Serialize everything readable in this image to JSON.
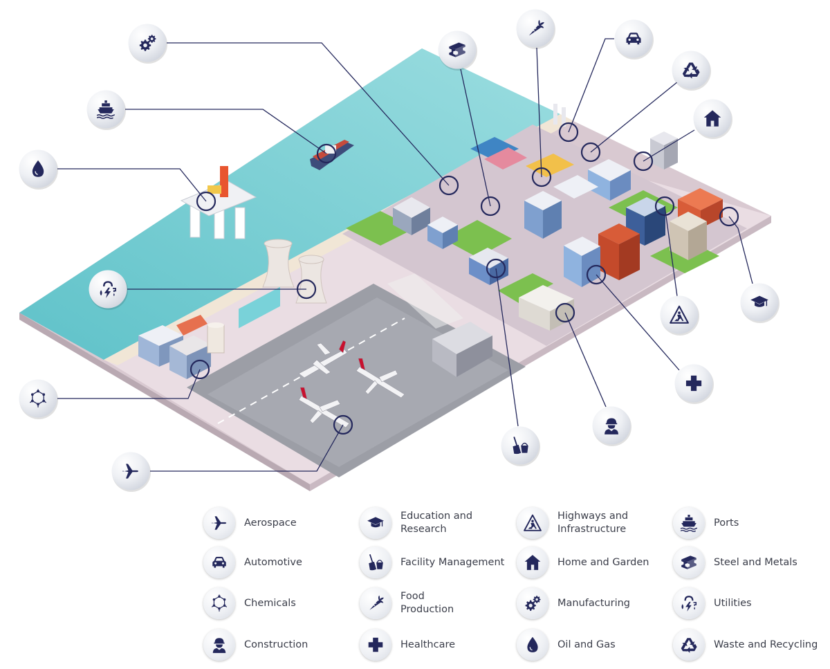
{
  "colors": {
    "navy": "#24285c",
    "sea": "#7fd0d6",
    "ground": "#eadde3",
    "runway": "#9c9ea6",
    "grass": "#6fbf4a",
    "leader_line": "#24285c"
  },
  "legend": [
    {
      "label": "Aerospace",
      "icon": "airplane-icon"
    },
    {
      "label": "Automotive",
      "icon": "car-icon"
    },
    {
      "label": "Chemicals",
      "icon": "molecule-icon"
    },
    {
      "label": "Construction",
      "icon": "worker-icon"
    },
    {
      "label": "Education and\nResearch",
      "icon": "graduation-cap-icon"
    },
    {
      "label": "Facility Management",
      "icon": "broom-bucket-icon"
    },
    {
      "label": "Food\nProduction",
      "icon": "carrot-icon"
    },
    {
      "label": "Healthcare",
      "icon": "medical-cross-icon"
    },
    {
      "label": "Highways and\nInfrastructure",
      "icon": "road-work-sign-icon"
    },
    {
      "label": "Home and Garden",
      "icon": "house-icon"
    },
    {
      "label": "Manufacturing",
      "icon": "gears-icon"
    },
    {
      "label": "Oil and Gas",
      "icon": "oil-drop-icon"
    },
    {
      "label": "Ports",
      "icon": "ship-icon"
    },
    {
      "label": "Steel and Metals",
      "icon": "steel-beam-icon"
    },
    {
      "label": "Utilities",
      "icon": "utilities-icon"
    },
    {
      "label": "Waste and Recycling",
      "icon": "recycle-icon"
    }
  ],
  "callouts": [
    {
      "icon": "gears-icon",
      "sector": "Manufacturing"
    },
    {
      "icon": "ship-icon",
      "sector": "Ports"
    },
    {
      "icon": "oil-drop-icon",
      "sector": "Oil and Gas"
    },
    {
      "icon": "utilities-icon",
      "sector": "Utilities"
    },
    {
      "icon": "molecule-icon",
      "sector": "Chemicals"
    },
    {
      "icon": "airplane-icon",
      "sector": "Aerospace"
    },
    {
      "icon": "steel-beam-icon",
      "sector": "Steel and Metals"
    },
    {
      "icon": "carrot-icon",
      "sector": "Food Production"
    },
    {
      "icon": "car-icon",
      "sector": "Automotive"
    },
    {
      "icon": "recycle-icon",
      "sector": "Waste and Recycling"
    },
    {
      "icon": "house-icon",
      "sector": "Home and Garden"
    },
    {
      "icon": "graduation-cap-icon",
      "sector": "Education and Research"
    },
    {
      "icon": "road-work-sign-icon",
      "sector": "Highways and Infrastructure"
    },
    {
      "icon": "medical-cross-icon",
      "sector": "Healthcare"
    },
    {
      "icon": "worker-icon",
      "sector": "Construction"
    },
    {
      "icon": "broom-bucket-icon",
      "sector": "Facility Management"
    }
  ]
}
